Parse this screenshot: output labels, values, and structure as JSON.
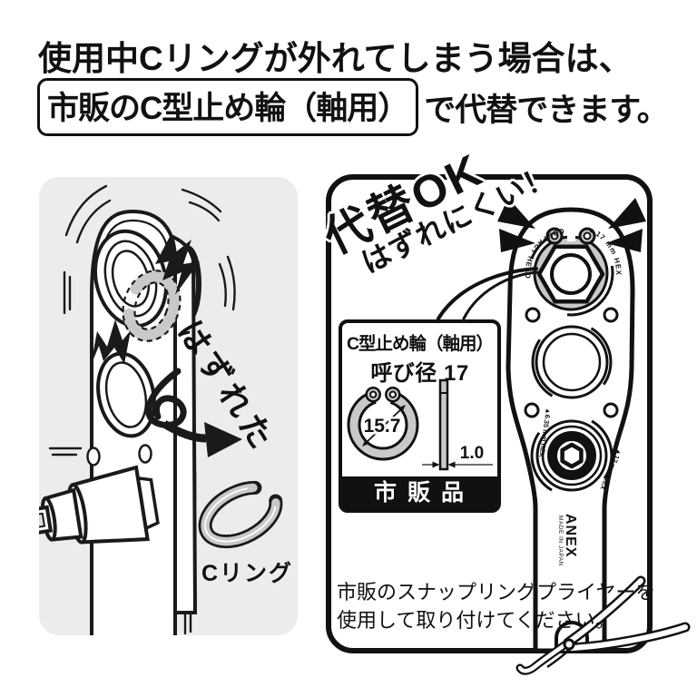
{
  "title": {
    "line1": "使用中Cリングが外れてしまう場合は、",
    "line2_boxed": "市販のC型止め輪（軸用）",
    "line2_rest": "で代替できます。"
  },
  "left_panel": {
    "fell_off_label": "はずれた",
    "c_ring_label": "Cリング"
  },
  "right_panel": {
    "headline": {
      "line1": "代替OK",
      "line2": "はずれにくい！"
    },
    "spec_box": {
      "title": "C型止め輪（軸用）",
      "size_label": "呼び径 17",
      "inner_diameter": "15.7",
      "thickness": "1.0",
      "footer": "市販品"
    },
    "tool_labels": {
      "compact_head": "COMPACT HEAD",
      "hex_17_top": "▲17 mm HEX",
      "hex_635": "▲6.35 mm HEX",
      "hex_17_bottom": "▲17 mm HEX",
      "brand": "ANEX",
      "made_in": "MADE IN JAPAN"
    },
    "note": {
      "line1": "市販のスナップリングプライヤーを",
      "line2": "使用して取り付けてください。"
    }
  },
  "colors": {
    "ink": "#111111",
    "panel_gray": "#ececec",
    "ring_gray": "#c9c9c9",
    "white": "#ffffff"
  }
}
